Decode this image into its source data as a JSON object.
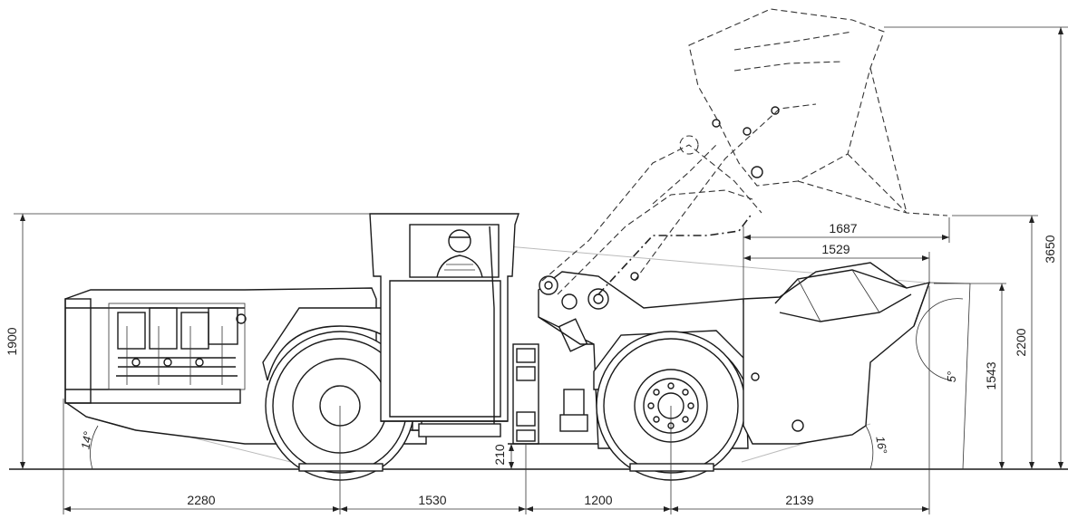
{
  "drawing": {
    "dimensions": {
      "rear_overhang": "2280",
      "rear_wheelbase": "1530",
      "front_wheelbase": "1200",
      "front_overhang": "2139",
      "ground_clearance": "210",
      "total_height": "1900",
      "bucket_reach_raised": "1687",
      "bucket_length": "1529",
      "lift_height_max": "3650",
      "dump_height": "2200",
      "bucket_pin_height": "1543"
    },
    "angles": {
      "departure": "14°",
      "approach": "16°",
      "bucket_tilt": "5°"
    }
  }
}
